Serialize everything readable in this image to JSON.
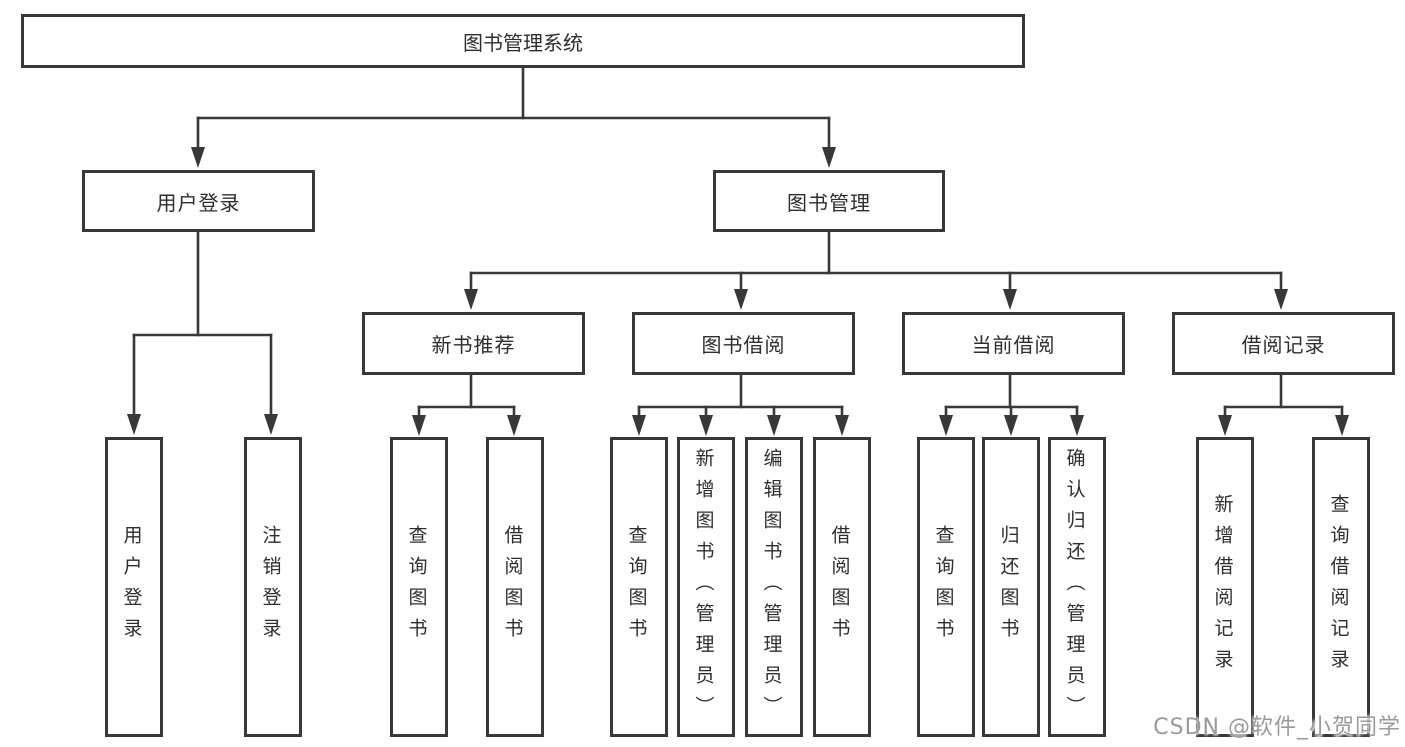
{
  "diagram": {
    "title": "图书管理系统",
    "tree": {
      "root": {
        "label": "图书管理系统"
      },
      "branches": [
        {
          "label": "用户登录",
          "children": [
            "用户登录",
            "注销登录"
          ]
        },
        {
          "label": "图书管理",
          "groups": [
            {
              "label": "新书推荐",
              "children": [
                "查询图书",
                "借阅图书"
              ]
            },
            {
              "label": "图书借阅",
              "children": [
                "查询图书",
                "新增图书（管理员）",
                "编辑图书（管理员）",
                "借阅图书"
              ]
            },
            {
              "label": "当前借阅",
              "children": [
                "查询图书",
                "归还图书",
                "确认归还（管理员）"
              ]
            },
            {
              "label": "借阅记录",
              "children": [
                "新增借阅记录",
                "查询借阅记录"
              ]
            }
          ]
        }
      ]
    },
    "colors": {
      "line": "#383838",
      "text": "#2e2e2e",
      "background": "#ffffff",
      "watermark_text": "#9a9a9a"
    }
  },
  "watermark": {
    "label": "CSDN @软件_小贺同学"
  }
}
